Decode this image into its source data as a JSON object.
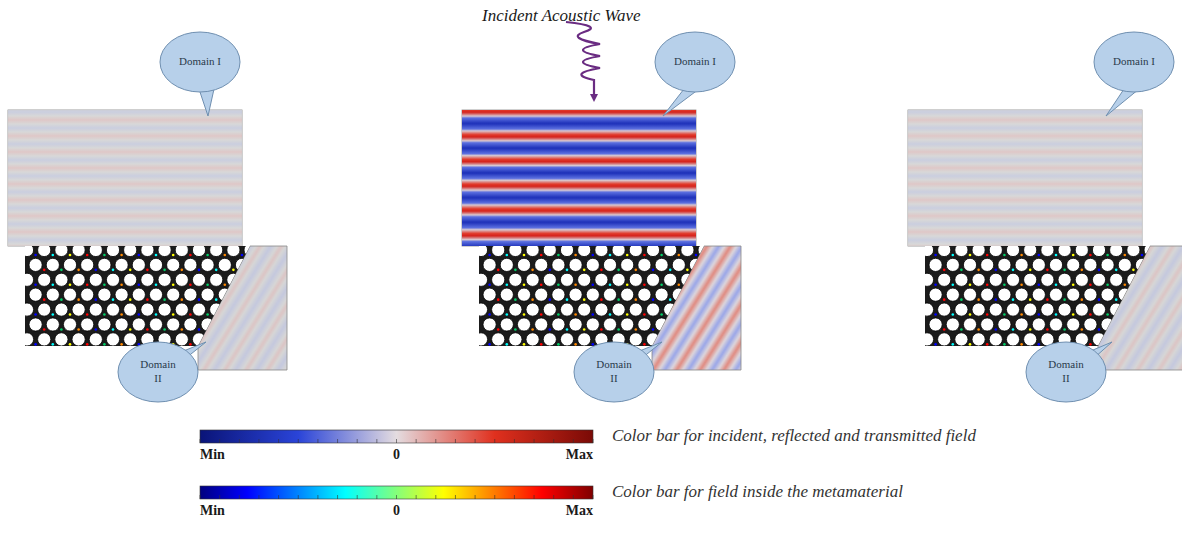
{
  "diagram": {
    "nodes": [
      {
        "text": [
          "Domain I"
        ]
      },
      {
        "text": [
          "Domain II"
        ]
      },
      {
        "text": [
          "Domain I"
        ]
      },
      {
        "text": [
          "Domain II"
        ]
      },
      {
        "text": [
          "Domain I"
        ]
      },
      {
        "text": [
          "Domain II"
        ]
      }
    ],
    "labels": [
      "Incident Acoustic Wave",
      "Min",
      "0",
      "Max",
      "Color bar for incident, reflected and transmitted field",
      "Min",
      "0",
      "Max",
      "Color bar for field inside the metamaterial"
    ]
  }
}
